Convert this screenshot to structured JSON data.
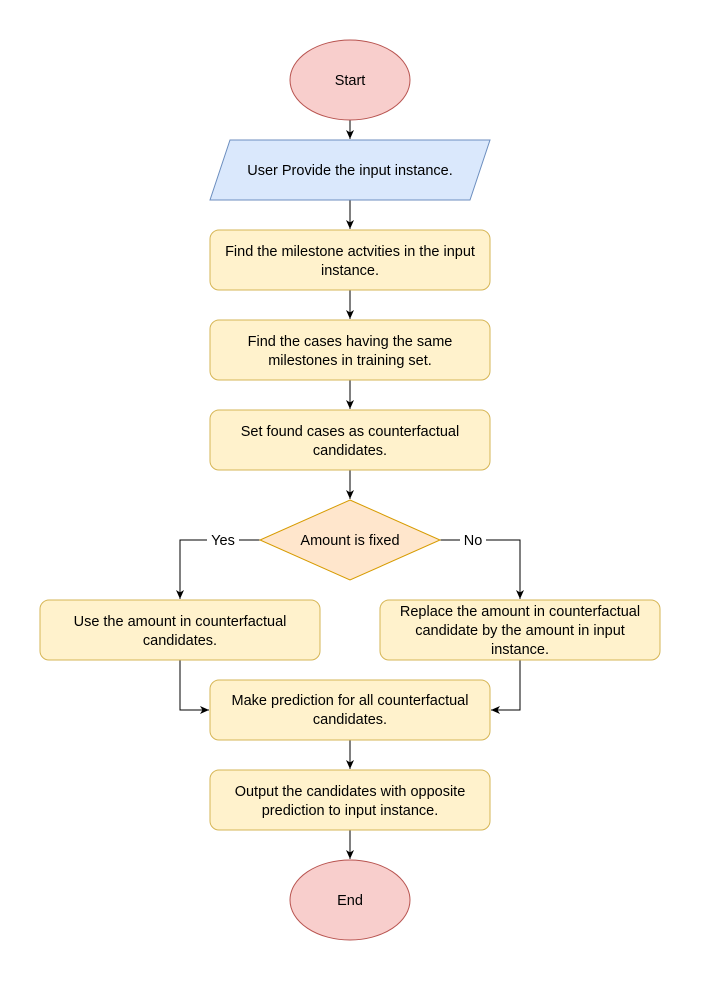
{
  "diagram": {
    "nodes": {
      "start": {
        "label": "Start",
        "shape": "ellipse",
        "fill": "#f8cecc",
        "stroke": "#b85450"
      },
      "input": {
        "label": "User Provide the input instance.",
        "shape": "parallelogram",
        "fill": "#dae8fc",
        "stroke": "#6c8ebf"
      },
      "milestone": {
        "label_lines": [
          "Find the milestone actvities in the input",
          "instance."
        ],
        "shape": "rounded-rect",
        "fill": "#fff2cc",
        "stroke": "#d6b656"
      },
      "cases": {
        "label_lines": [
          "Find the cases having the same",
          "milestones in training set."
        ],
        "shape": "rounded-rect",
        "fill": "#fff2cc",
        "stroke": "#d6b656"
      },
      "setcand": {
        "label_lines": [
          "Set found cases as counterfactual",
          "candidates."
        ],
        "shape": "rounded-rect",
        "fill": "#fff2cc",
        "stroke": "#d6b656"
      },
      "decision": {
        "label": "Amount is fixed",
        "shape": "diamond",
        "fill": "#ffe6cc",
        "stroke": "#d79b00"
      },
      "useamount": {
        "label_lines": [
          "Use the amount in counterfactual",
          "candidates."
        ],
        "shape": "rounded-rect",
        "fill": "#fff2cc",
        "stroke": "#d6b656"
      },
      "replace": {
        "label_lines": [
          "Replace the amount in counterfactual",
          "candidate by the amount in input",
          "instance."
        ],
        "shape": "rounded-rect",
        "fill": "#fff2cc",
        "stroke": "#d6b656"
      },
      "predict": {
        "label_lines": [
          "Make prediction for all counterfactual",
          "candidates."
        ],
        "shape": "rounded-rect",
        "fill": "#fff2cc",
        "stroke": "#d6b656"
      },
      "output": {
        "label_lines": [
          "Output the candidates with opposite",
          "prediction to input instance."
        ],
        "shape": "rounded-rect",
        "fill": "#fff2cc",
        "stroke": "#d6b656"
      },
      "end": {
        "label": "End",
        "shape": "ellipse",
        "fill": "#f8cecc",
        "stroke": "#b85450"
      }
    },
    "edges": {
      "yes_label": "Yes",
      "no_label": "No"
    },
    "line_color": "#000000"
  }
}
